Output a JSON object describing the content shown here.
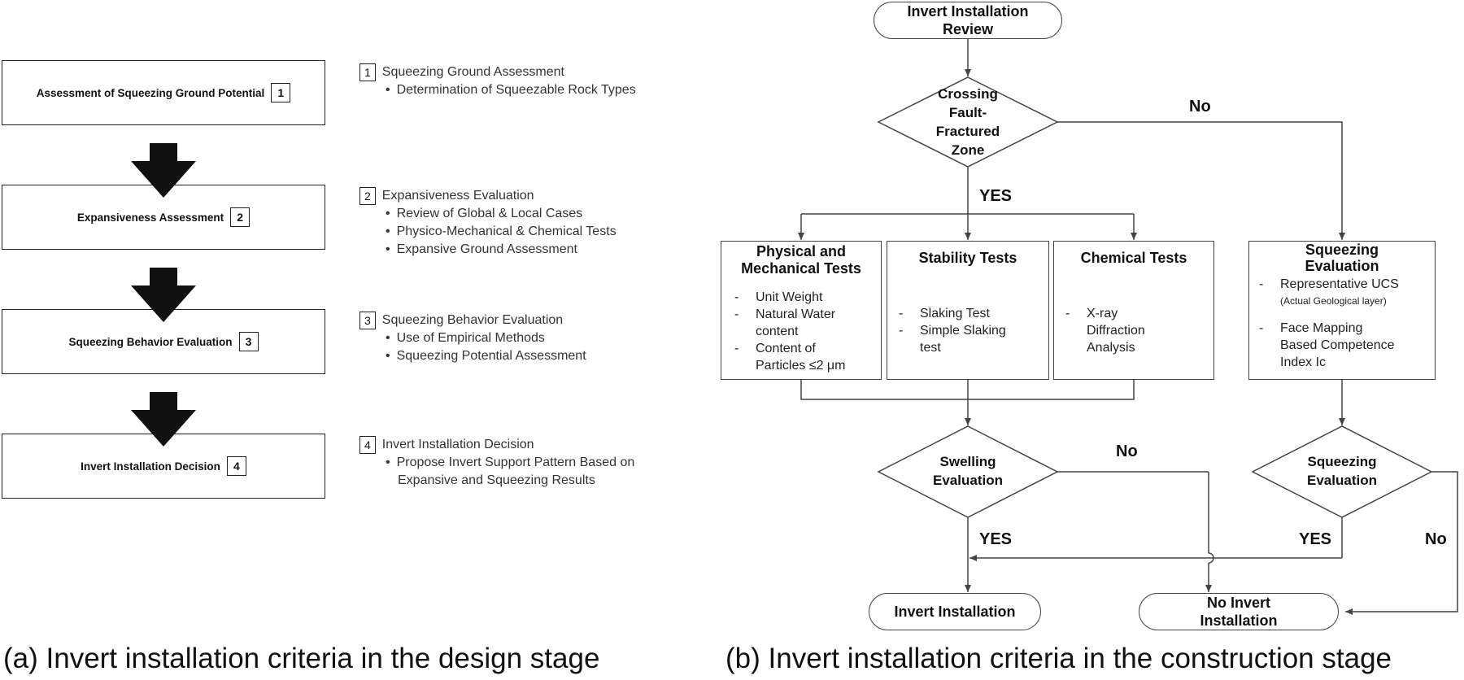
{
  "design_stage": {
    "stages": [
      {
        "label": "Assessment of Squeezing Ground Potential",
        "num": "1"
      },
      {
        "label": "Expansiveness Assessment",
        "num": "2"
      },
      {
        "label": "Squeezing Behavior Evaluation",
        "num": "3"
      },
      {
        "label": "Invert Installation Decision",
        "num": "4"
      }
    ],
    "descriptions": [
      {
        "num": "1",
        "title": "Squeezing Ground Assessment",
        "items": [
          "Determination of Squeezable Rock Types"
        ]
      },
      {
        "num": "2",
        "title": "Expansiveness Evaluation",
        "items": [
          "Review of Global & Local Cases",
          "Physico-Mechanical & Chemical Tests",
          "Expansive Ground Assessment"
        ]
      },
      {
        "num": "3",
        "title": "Squeezing Behavior Evaluation",
        "items": [
          "Use of Empirical Methods",
          "Squeezing Potential Assessment"
        ]
      },
      {
        "num": "4",
        "title": "Invert Installation Decision",
        "items": [
          "Propose Invert Support Pattern Based on",
          "Expansive and Squeezing Results"
        ]
      }
    ],
    "caption": "(a) Invert installation criteria in the design stage"
  },
  "construction_stage": {
    "start": [
      "Invert Installation",
      "Review"
    ],
    "decision_fault": [
      "Crossing",
      "Fault-",
      "Fractured",
      "Zone"
    ],
    "label_no_1": "No",
    "label_yes_1": "YES",
    "physical_tests": {
      "title": [
        "Physical and",
        "Mechanical Tests"
      ],
      "items": [
        {
          "dash": "-",
          "text": "Unit Weight"
        },
        {
          "dash": "-",
          "text": "Natural Water"
        },
        {
          "dash": "",
          "text": "content"
        },
        {
          "dash": "-",
          "text": "Content of"
        },
        {
          "dash": "",
          "text": "Particles ≤2 μm"
        }
      ]
    },
    "stability_tests": {
      "title": "Stability Tests",
      "items": [
        {
          "dash": "-",
          "text": "Slaking Test"
        },
        {
          "dash": "-",
          "text": "Simple Slaking"
        },
        {
          "dash": "",
          "text": "test"
        }
      ]
    },
    "chemical_tests": {
      "title": "Chemical Tests",
      "items": [
        {
          "dash": "-",
          "text": "X-ray"
        },
        {
          "dash": "",
          "text": "Diffraction"
        },
        {
          "dash": "",
          "text": "Analysis"
        }
      ]
    },
    "squeezing_eval_box": {
      "title": [
        "Squeezing",
        "Evaluation"
      ],
      "item1": "Representative UCS",
      "item1_sub": "(Actual Geological layer)",
      "item2": [
        "Face Mapping",
        "Based Competence",
        "Index Ic"
      ],
      "dash": "-"
    },
    "decision_swelling": [
      "Swelling",
      "Evaluation"
    ],
    "decision_squeezing": [
      "Squeezing",
      "Evaluation"
    ],
    "label_no_swell": "No",
    "label_yes_swell": "YES",
    "label_yes_squeeze": "YES",
    "label_no_squeeze": "No",
    "end_invert": "Invert Installation",
    "end_no_invert": [
      "No Invert",
      "Installation"
    ],
    "caption": "(b) Invert installation criteria in the construction stage"
  }
}
